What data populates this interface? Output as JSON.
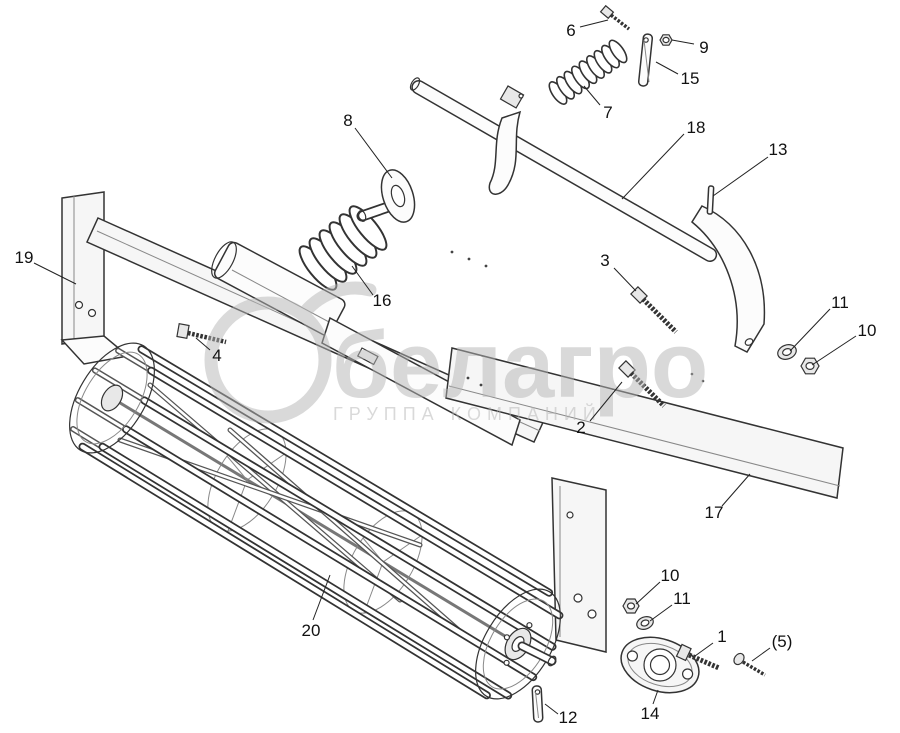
{
  "watermark": {
    "brand": "белагро",
    "subtitle": "ГРУППА КОМПАНИЙ",
    "color": "#b5b5b5"
  },
  "callouts": [
    {
      "label": "6"
    },
    {
      "label": "9"
    },
    {
      "label": "15"
    },
    {
      "label": "7"
    },
    {
      "label": "18"
    },
    {
      "label": "13"
    },
    {
      "label": "8"
    },
    {
      "label": "3"
    },
    {
      "label": "11"
    },
    {
      "label": "10"
    },
    {
      "label": "16"
    },
    {
      "label": "19"
    },
    {
      "label": "4"
    },
    {
      "label": "2"
    },
    {
      "label": "17"
    },
    {
      "label": "10"
    },
    {
      "label": "11"
    },
    {
      "label": "1"
    },
    {
      "label": "(5)"
    },
    {
      "label": "20"
    },
    {
      "label": "14"
    },
    {
      "label": "12"
    }
  ]
}
